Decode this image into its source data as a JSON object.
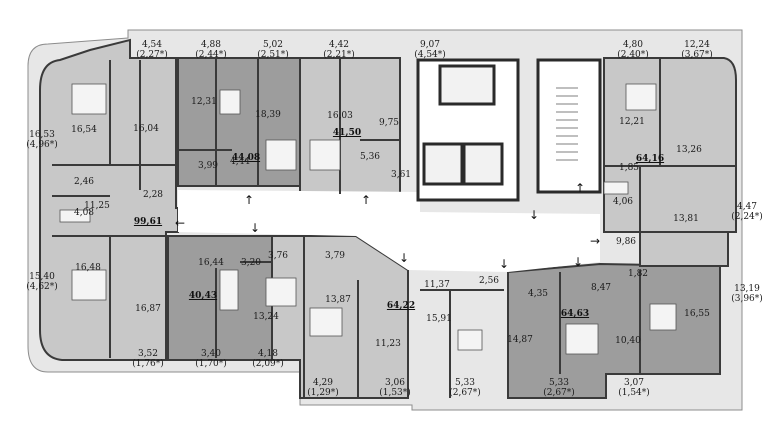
{
  "colors": {
    "apartment_light": "#c9c9c9",
    "apartment_dark": "#9a9a9a",
    "common_area": "#ffffff",
    "wall": "#3a3a3a",
    "outer_border": "#8c8c8c"
  },
  "apartment_totals": [
    "99,61",
    "40,43",
    "44,08",
    "41,50",
    "64,22",
    "64,63",
    "64,16"
  ],
  "balconies": [
    "4,54\n(2,27*)",
    "4,88\n(2,44*)",
    "5,02\n(2,51*)",
    "4,42\n(2,21*)",
    "9,07\n(4,54*)",
    "4,80\n(2,40*)",
    "12,24\n(3,67*)",
    "16,53\n(4,96*)",
    "15,40\n(4,62*)",
    "4,47\n(2,24*)",
    "13,19\n(3,96*)",
    "3,52\n(1,76*)",
    "3,40\n(1,70*)",
    "4,18\n(2,09*)",
    "4,29\n(1,29*)",
    "3,06\n(1,53*)",
    "5,33\n(2,67*)",
    "5,33\n(2,67*)",
    "3,07\n(1,54*)"
  ],
  "rooms": [
    "16,54",
    "16,04",
    "12,31",
    "18,39",
    "16,03",
    "9,75",
    "12,21",
    "13,26",
    "11,25",
    "2,46",
    "4,08",
    "3,99",
    "4,44",
    "2,28",
    "5,36",
    "3,61",
    "1,85",
    "4,06",
    "13,81",
    "9,86",
    "16,48",
    "16,87",
    "16,44",
    "3,20",
    "3,76",
    "3,79",
    "13,24",
    "13,87",
    "11,37",
    "2,56",
    "4,35",
    "8,47",
    "1,82",
    "16,55",
    "15,91",
    "14,87",
    "10,40",
    "11,23"
  ],
  "arrows": [
    "←",
    "↑",
    "↑",
    "↑",
    "↓",
    "↓",
    "↓",
    "↓",
    "→",
    "↓"
  ]
}
